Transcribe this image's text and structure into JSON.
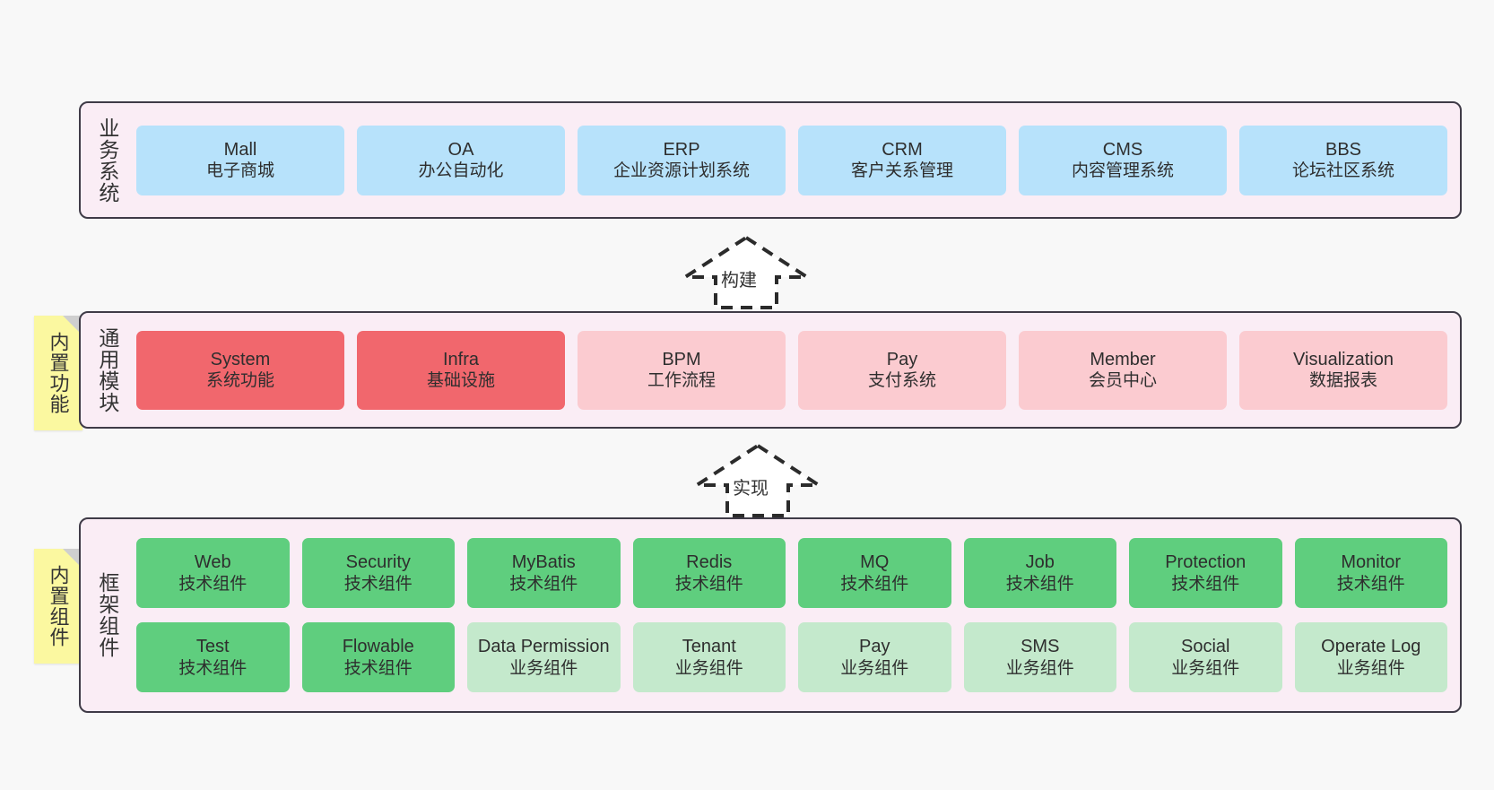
{
  "diagram": {
    "background_color": "#f8f8f8",
    "panel_color": "#faedf5",
    "panel_border_color": "#3f3b47",
    "sticky_color": "#fbf8a0"
  },
  "layers": [
    {
      "id": "business",
      "title": "业务系统",
      "sticky": null,
      "box_color": "#b7e2fb",
      "boxes": [
        {
          "en": "Mall",
          "cn": "电子商城"
        },
        {
          "en": "OA",
          "cn": "办公自动化"
        },
        {
          "en": "ERP",
          "cn": "企业资源计划系统"
        },
        {
          "en": "CRM",
          "cn": "客户关系管理"
        },
        {
          "en": "CMS",
          "cn": "内容管理系统"
        },
        {
          "en": "BBS",
          "cn": "论坛社区系统"
        }
      ]
    },
    {
      "id": "common-module",
      "title": "通用模块",
      "sticky": "内置功能",
      "box_color_primary": "#f1676d",
      "box_color_secondary": "#fbcbd0",
      "boxes": [
        {
          "en": "System",
          "cn": "系统功能",
          "style": "core"
        },
        {
          "en": "Infra",
          "cn": "基础设施",
          "style": "core"
        },
        {
          "en": "BPM",
          "cn": "工作流程",
          "style": "modpink"
        },
        {
          "en": "Pay",
          "cn": "支付系统",
          "style": "modpink"
        },
        {
          "en": "Member",
          "cn": "会员中心",
          "style": "modpink"
        },
        {
          "en": "Visualization",
          "cn": "数据报表",
          "style": "modpink"
        }
      ]
    },
    {
      "id": "framework-component",
      "title": "框架组件",
      "sticky": "内置组件",
      "box_color_primary": "#5fce7e",
      "box_color_secondary": "#c4e9cc",
      "rows": [
        [
          {
            "en": "Web",
            "cn": "技术组件",
            "style": "tech"
          },
          {
            "en": "Security",
            "cn": "技术组件",
            "style": "tech"
          },
          {
            "en": "MyBatis",
            "cn": "技术组件",
            "style": "tech"
          },
          {
            "en": "Redis",
            "cn": "技术组件",
            "style": "tech"
          },
          {
            "en": "MQ",
            "cn": "技术组件",
            "style": "tech"
          },
          {
            "en": "Job",
            "cn": "技术组件",
            "style": "tech"
          },
          {
            "en": "Protection",
            "cn": "技术组件",
            "style": "tech"
          },
          {
            "en": "Monitor",
            "cn": "技术组件",
            "style": "tech"
          }
        ],
        [
          {
            "en": "Test",
            "cn": "技术组件",
            "style": "tech"
          },
          {
            "en": "Flowable",
            "cn": "技术组件",
            "style": "tech"
          },
          {
            "en": "Data Permission",
            "cn": "业务组件",
            "style": "bizcomp",
            "wrap": true
          },
          {
            "en": "Tenant",
            "cn": "业务组件",
            "style": "bizcomp"
          },
          {
            "en": "Pay",
            "cn": "业务组件",
            "style": "bizcomp"
          },
          {
            "en": "SMS",
            "cn": "业务组件",
            "style": "bizcomp"
          },
          {
            "en": "Social",
            "cn": "业务组件",
            "style": "bizcomp"
          },
          {
            "en": "Operate Log",
            "cn": "业务组件",
            "style": "bizcomp"
          }
        ]
      ]
    }
  ],
  "arrows": [
    {
      "id": "build",
      "label": "构建",
      "direction": "up"
    },
    {
      "id": "implement",
      "label": "实现",
      "direction": "up"
    }
  ]
}
